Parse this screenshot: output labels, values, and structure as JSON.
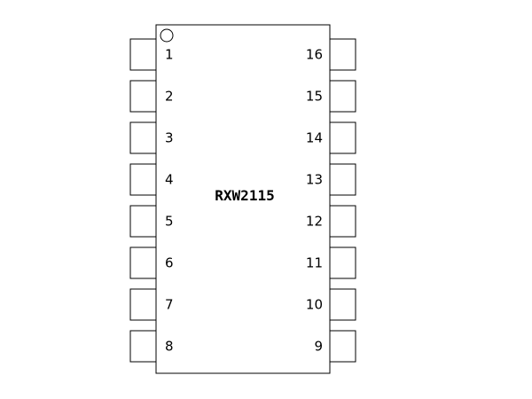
{
  "chip": {
    "part_number": "RXW2115",
    "pins_left": [
      "1",
      "2",
      "3",
      "4",
      "5",
      "6",
      "7",
      "8"
    ],
    "pins_right": [
      "16",
      "15",
      "14",
      "13",
      "12",
      "11",
      "10",
      "9"
    ],
    "pin1_marker": "circle"
  },
  "colors": {
    "stroke": "#000000",
    "fill": "#ffffff"
  }
}
